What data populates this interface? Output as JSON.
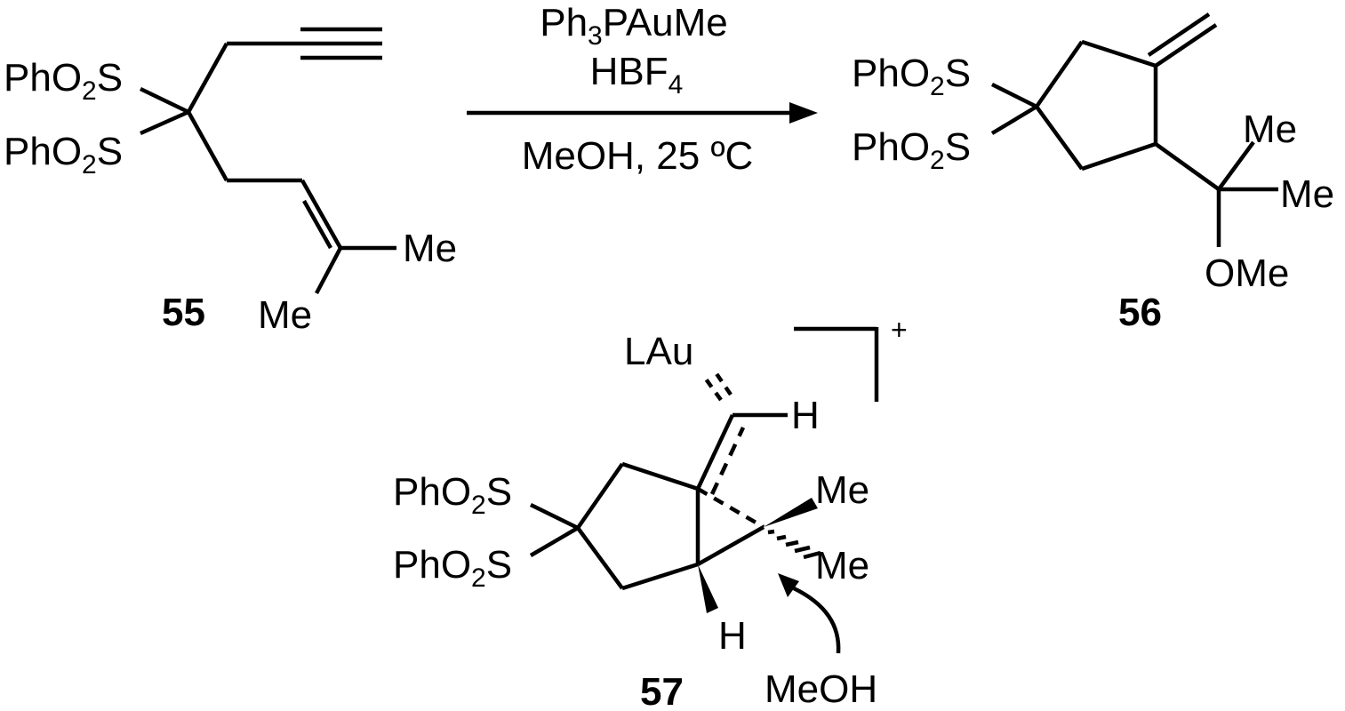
{
  "reaction": {
    "reagents": {
      "catalyst": "Ph3PAuMe",
      "catalyst_parts": [
        "Ph",
        "3",
        "PAuMe"
      ],
      "acid": "HBF4",
      "acid_parts": [
        "HBF",
        "4"
      ],
      "conditions": "MeOH, 25 ºC"
    }
  },
  "compounds": {
    "c55": {
      "number": "55",
      "substituents": [
        "PhO2S",
        "PhO2S",
        "Me",
        "Me"
      ],
      "so2_parts": [
        "PhO",
        "2",
        "S"
      ],
      "me": "Me"
    },
    "c56": {
      "number": "56",
      "substituents": [
        "PhO2S",
        "PhO2S",
        "Me",
        "Me",
        "OMe"
      ],
      "so2_parts": [
        "PhO",
        "2",
        "S"
      ],
      "me": "Me",
      "ome": "OMe"
    },
    "c57": {
      "number": "57",
      "substituents": [
        "LAu",
        "H",
        "PhO2S",
        "PhO2S",
        "Me",
        "Me",
        "H"
      ],
      "lau": "LAu",
      "h": "H",
      "so2_parts": [
        "PhO",
        "2",
        "S"
      ],
      "me": "Me",
      "charge": "+",
      "nucleophile": "MeOH"
    }
  }
}
